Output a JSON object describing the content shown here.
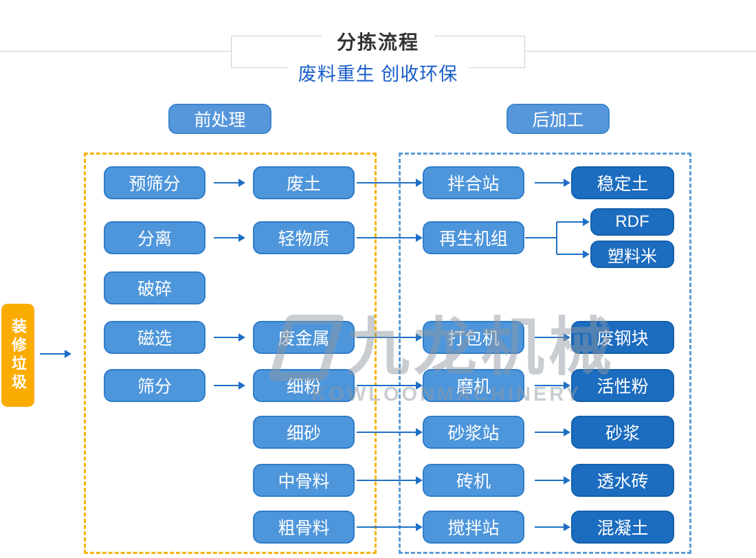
{
  "header": {
    "title": "分拣流程",
    "subtitle": "废料重生 创收环保"
  },
  "stages": {
    "pre": "前处理",
    "post": "后加工"
  },
  "source": {
    "label": "装修垃圾"
  },
  "watermark": {
    "cn": "九龙机械",
    "en": "KOWLOONMACHINERY"
  },
  "colors": {
    "light_node": "#4e96db",
    "dark_node": "#1c6cbf",
    "arrow": "#1e6fc5",
    "yellow_dashed_border": "#f5b301",
    "blue_dashed_border": "#5b9bd5",
    "source_bg": "#fbac00",
    "subtitle_blue": "#1a5ec8"
  },
  "nodes": {
    "pre_screening": {
      "label": "预筛分"
    },
    "separation": {
      "label": "分离"
    },
    "crushing": {
      "label": "破碎"
    },
    "magnetic_separation": {
      "label": "磁选"
    },
    "screening": {
      "label": "筛分"
    },
    "waste_soil": {
      "label": "废土"
    },
    "light_material": {
      "label": "轻物质"
    },
    "scrap_metal": {
      "label": "废金属"
    },
    "fine_powder": {
      "label": "细粉"
    },
    "fine_sand": {
      "label": "细砂"
    },
    "medium_aggregate": {
      "label": "中骨料"
    },
    "coarse_aggregate": {
      "label": "粗骨料"
    },
    "mixing_station": {
      "label": "拌合站"
    },
    "recycling_unit": {
      "label": "再生机组"
    },
    "baler": {
      "label": "打包机"
    },
    "mill": {
      "label": "磨机"
    },
    "mortar_station": {
      "label": "砂浆站"
    },
    "brick_machine": {
      "label": "砖机"
    },
    "batching_station": {
      "label": "搅拌站"
    },
    "stabilized_soil": {
      "label": "稳定土"
    },
    "rdf": {
      "label": "RDF"
    },
    "plastic_pellets": {
      "label": "塑料米"
    },
    "scrap_steel": {
      "label": "废钢块"
    },
    "active_powder": {
      "label": "活性粉"
    },
    "mortar": {
      "label": "砂浆"
    },
    "permeable_brick": {
      "label": "透水砖"
    },
    "concrete": {
      "label": "混凝土"
    }
  }
}
